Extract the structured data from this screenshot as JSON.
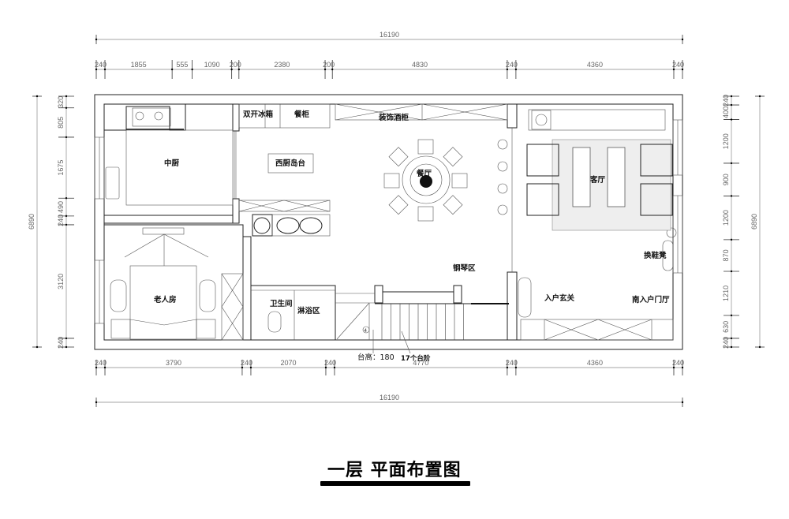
{
  "title": "一层 平面布置图",
  "dimensions": {
    "top_overall": "16190",
    "top_segments": [
      "240",
      "1855",
      "555",
      "1090",
      "200",
      "2380",
      "200",
      "4830",
      "240",
      "4360",
      "240"
    ],
    "bottom_segments": [
      "240",
      "3790",
      "240",
      "2070",
      "240",
      "4770",
      "240",
      "4360",
      "240"
    ],
    "bottom_overall": "16190",
    "left_segments": [
      "320",
      "805",
      "1675",
      "490",
      "240",
      "3120",
      "240"
    ],
    "left_overall": "6890",
    "right_segments": [
      "240",
      "400",
      "1200",
      "900",
      "1200",
      "870",
      "1210",
      "630",
      "240"
    ],
    "right_overall": "6890"
  },
  "rooms": {
    "fridge": "双开冰箱",
    "sideboard": "餐柜",
    "wine_cabinet": "装饰酒柜",
    "chinese_kitchen": "中厨",
    "western_island": "西厨岛台",
    "dining": "餐厅",
    "living": "客厅",
    "elder_room": "老人房",
    "bathroom": "卫生间",
    "shower": "淋浴区",
    "piano": "钢琴区",
    "entry": "入户玄关",
    "south_hall": "南入户门厅",
    "shoe_bench": "换鞋凳"
  },
  "notes": {
    "platform_height": "台高：180",
    "steps": "17个台阶",
    "marker": "4"
  }
}
